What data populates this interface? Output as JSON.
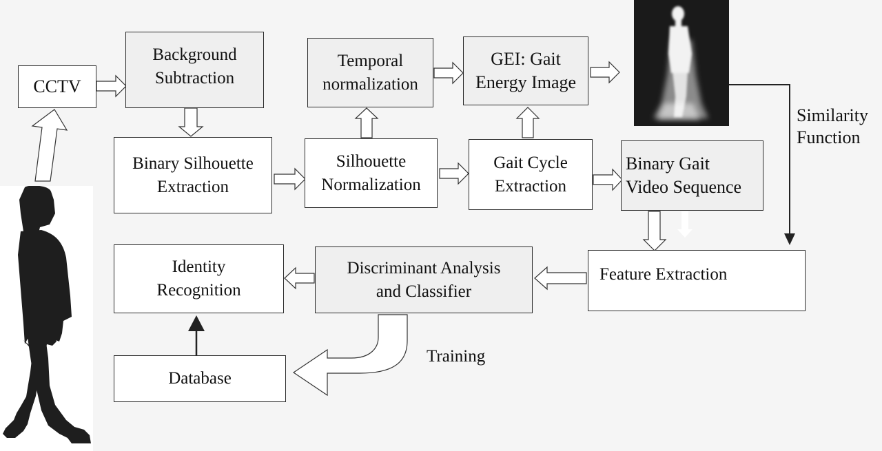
{
  "boxes": {
    "cctv": "CCTV",
    "background_subtraction": "Background\nSubtraction",
    "temporal_normalization": "Temporal\nnormalization",
    "gei": "GEI: Gait\nEnergy Image",
    "binary_silhouette_extraction": "Binary Silhouette\nExtraction",
    "silhouette_normalization": "Silhouette\nNormalization",
    "gait_cycle_extraction": "Gait Cycle\nExtraction",
    "binary_gait_video_sequence": "Binary Gait\nVideo Sequence",
    "feature_extraction": "Feature Extraction",
    "discriminant_analysis": "Discriminant Analysis\nand  Classifier",
    "identity_recognition": "Identity\nRecognition",
    "database": "Database"
  },
  "labels": {
    "similarity_function": "Similarity\nFunction",
    "training": "Training"
  },
  "colors": {
    "box_border": "#2a2a2a",
    "box_gray": "#efefef",
    "box_white": "#ffffff",
    "silhouette": "#1e1e1e",
    "gei_background": "#1a1a1a",
    "gei_glow": "#f0f0f0"
  },
  "images": {
    "walking_person": "walking-person-silhouette",
    "gei_image": "gait-energy-image"
  }
}
